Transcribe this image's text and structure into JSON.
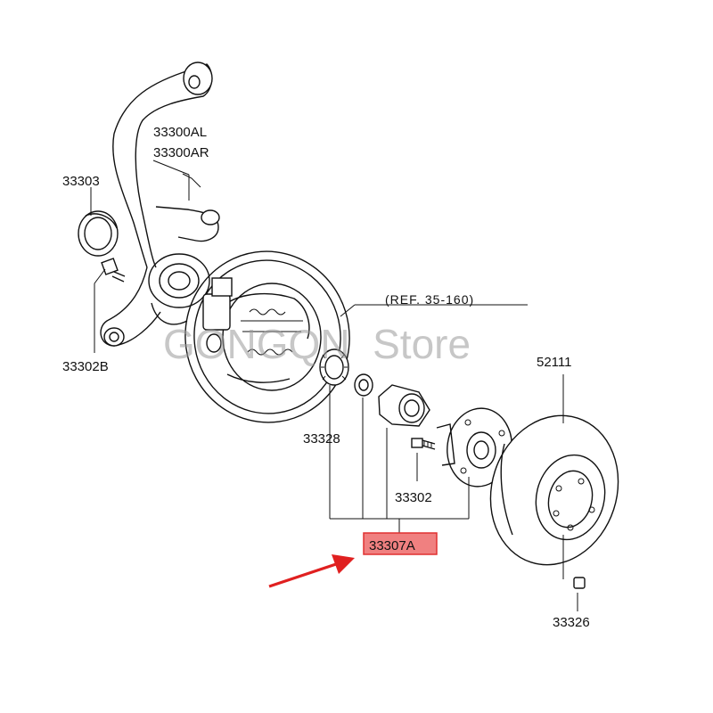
{
  "watermark": "GONGQN  Store",
  "reference": "(REF. 35-160)",
  "labels": {
    "p33300AL": "33300AL",
    "p33300AR": "33300AR",
    "p33303": "33303",
    "p33302B": "33302B",
    "p33328": "33328",
    "p33302": "33302",
    "p33307A": "33307A",
    "p52111": "52111",
    "p33326": "33326"
  },
  "colors": {
    "highlight_fill": "#f08080",
    "highlight_border": "#e03030",
    "arrow": "#e02020",
    "line": "#111111"
  }
}
